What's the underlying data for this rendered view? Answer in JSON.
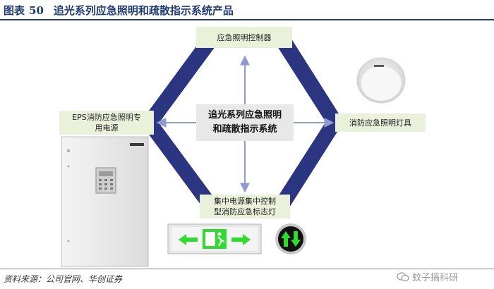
{
  "figure": {
    "label": "图表",
    "number": "50",
    "title": "追光系列应急照明和疏散指示系统产品"
  },
  "nodes": {
    "top": "应急照明控制器",
    "left_line1": "EPS消防应急照明专",
    "left_line2": "用电源",
    "right": "消防应急照明灯具",
    "bottom_line1": "集中电源集中控制",
    "bottom_line2": "型消防应急标志灯",
    "center_line1": "追光系列应急照明",
    "center_line2": "和疏散指示系统"
  },
  "source": "资料来源：公司官网、华创证券",
  "watermark": "蚊子搞科研",
  "colors": {
    "title": "#1f3b73",
    "diamond_band": "#2b3580",
    "arrow": "#8f9bd0",
    "node_fill": "#e9f1da",
    "center_fill": "#e8e8e8",
    "exit_green": "#2edb2e"
  },
  "product_images": [
    "eps-cabinet-image",
    "round-emergency-lamp-image",
    "exit-sign-image",
    "round-arrow-sign-image"
  ]
}
